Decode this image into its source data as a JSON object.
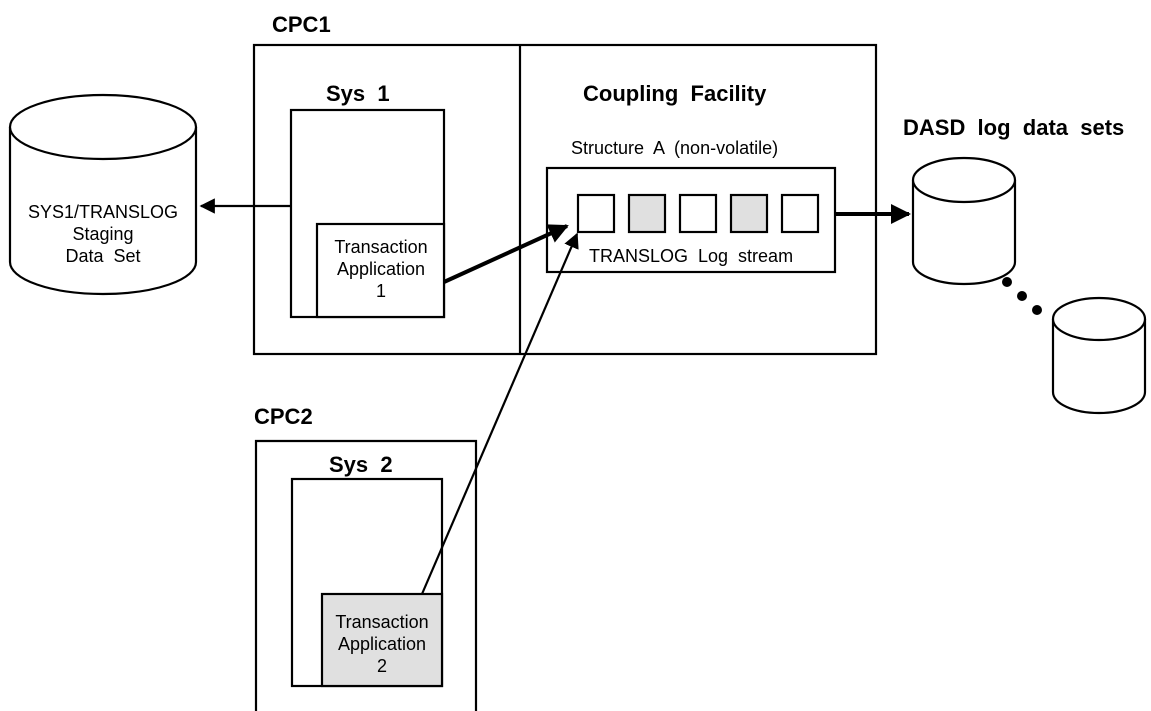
{
  "cpc1": {
    "label": "CPC1"
  },
  "cpc2": {
    "label": "CPC2"
  },
  "sys1": {
    "label": "Sys  1"
  },
  "sys2": {
    "label": "Sys  2"
  },
  "coupling_facility": {
    "label": "Coupling  Facility"
  },
  "structure": {
    "label": "Structure  A  (non-volatile)",
    "log_stream_label": "TRANSLOG  Log  stream",
    "cells": [
      "empty",
      "filled",
      "empty",
      "filled",
      "empty"
    ]
  },
  "dasd": {
    "label": "DASD  log  data  sets",
    "ellipsis": "• • •"
  },
  "staging": {
    "line1": "SYS1/TRANSLOG",
    "line2": "Staging",
    "line3": "Data  Set"
  },
  "app1": {
    "line1": "Transaction",
    "line2": "Application",
    "line3": "1"
  },
  "app2": {
    "line1": "Transaction",
    "line2": "Application",
    "line3": "2"
  },
  "colors": {
    "line": "#000000",
    "shade": "#e0e0e0",
    "background": "#ffffff"
  }
}
